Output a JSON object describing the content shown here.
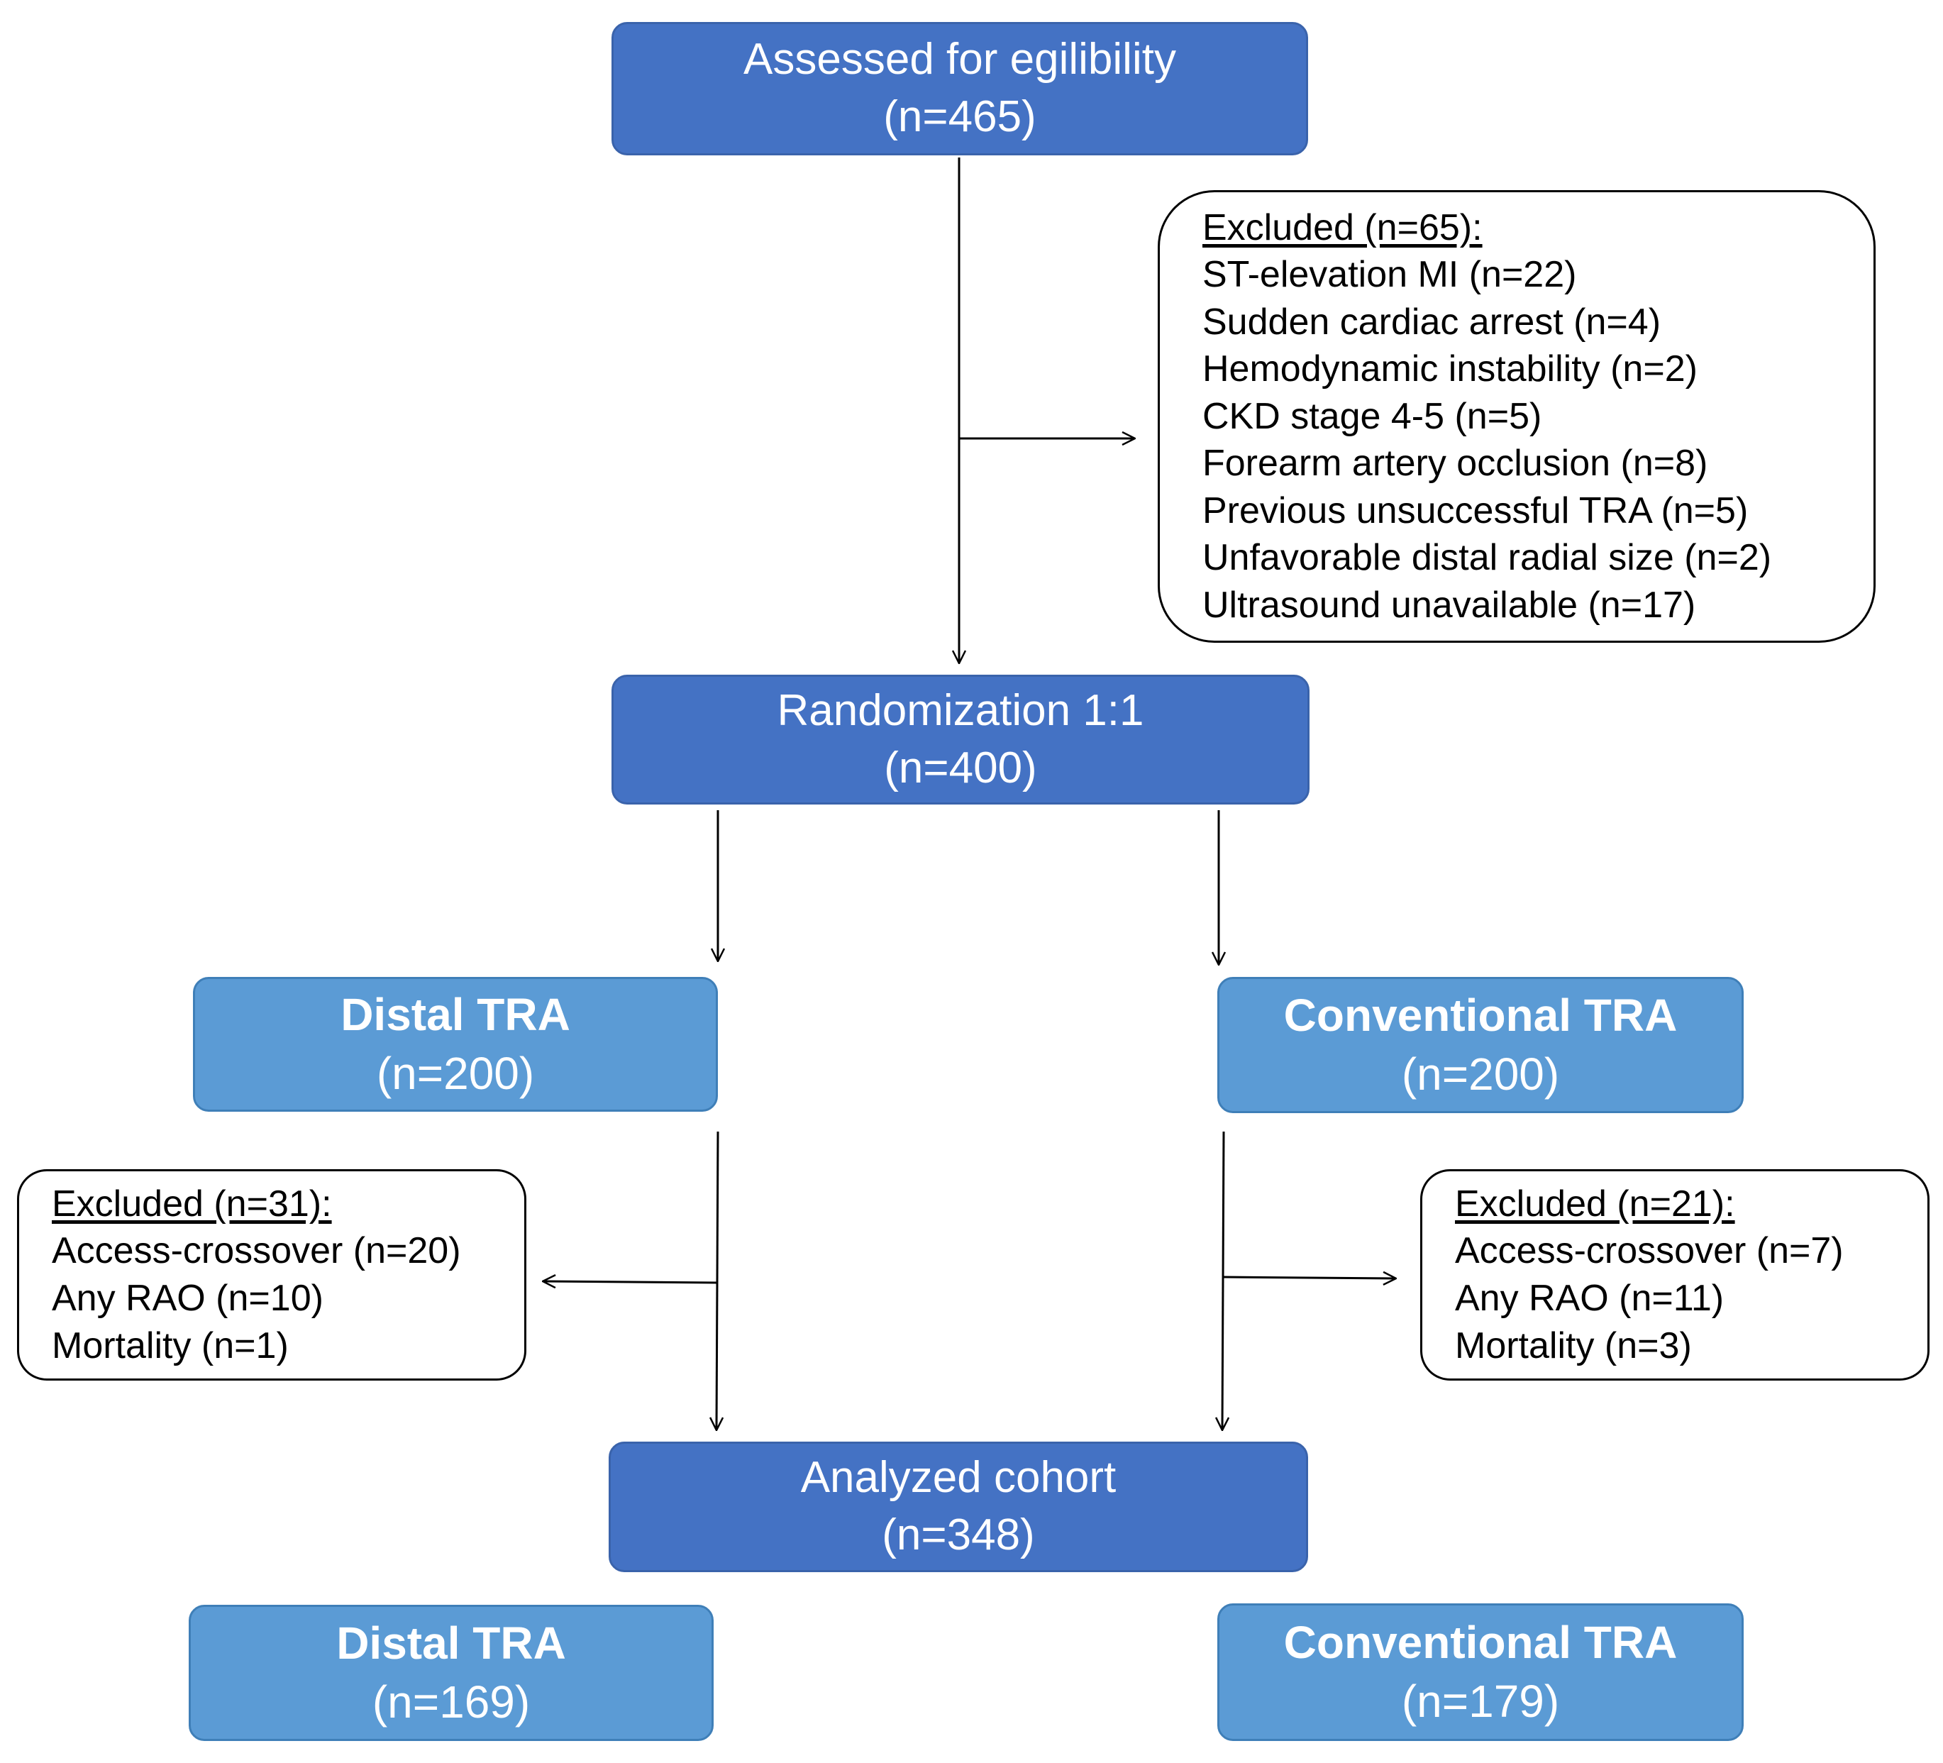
{
  "diagram": {
    "assessed": {
      "line1": "Assessed for egilibility",
      "line2": "(n=465)"
    },
    "excluded_main": {
      "header": "Excluded (n=65):",
      "items": [
        "ST-elevation MI (n=22)",
        "Sudden cardiac arrest (n=4)",
        "Hemodynamic instability (n=2)",
        "CKD stage 4-5 (n=5)",
        "Forearm artery occlusion (n=8)",
        "Previous unsuccessful TRA (n=5)",
        "Unfavorable distal radial size (n=2)",
        "Ultrasound unavailable (n=17)"
      ]
    },
    "randomization": {
      "line1": "Randomization 1:1",
      "line2": "(n=400)"
    },
    "distal_randomized": {
      "line1": "Distal TRA",
      "line2": "(n=200)"
    },
    "conventional_randomized": {
      "line1": "Conventional TRA",
      "line2": "(n=200)"
    },
    "excluded_distal": {
      "header": "Excluded (n=31):",
      "items": [
        "Access-crossover (n=20)",
        "Any RAO (n=10)",
        "Mortality (n=1)"
      ]
    },
    "excluded_conventional": {
      "header": "Excluded (n=21):",
      "items": [
        "Access-crossover (n=7)",
        "Any RAO (n=11)",
        "Mortality (n=3)"
      ]
    },
    "analyzed": {
      "line1": "Analyzed cohort",
      "line2": "(n=348)"
    },
    "distal_analyzed": {
      "line1": "Distal TRA",
      "line2": "(n=169)"
    },
    "conventional_analyzed": {
      "line1": "Conventional TRA",
      "line2": "(n=179)"
    }
  },
  "colors": {
    "dark_box": "#4472c4",
    "light_box": "#5b9bd5",
    "connector": "#000000"
  }
}
